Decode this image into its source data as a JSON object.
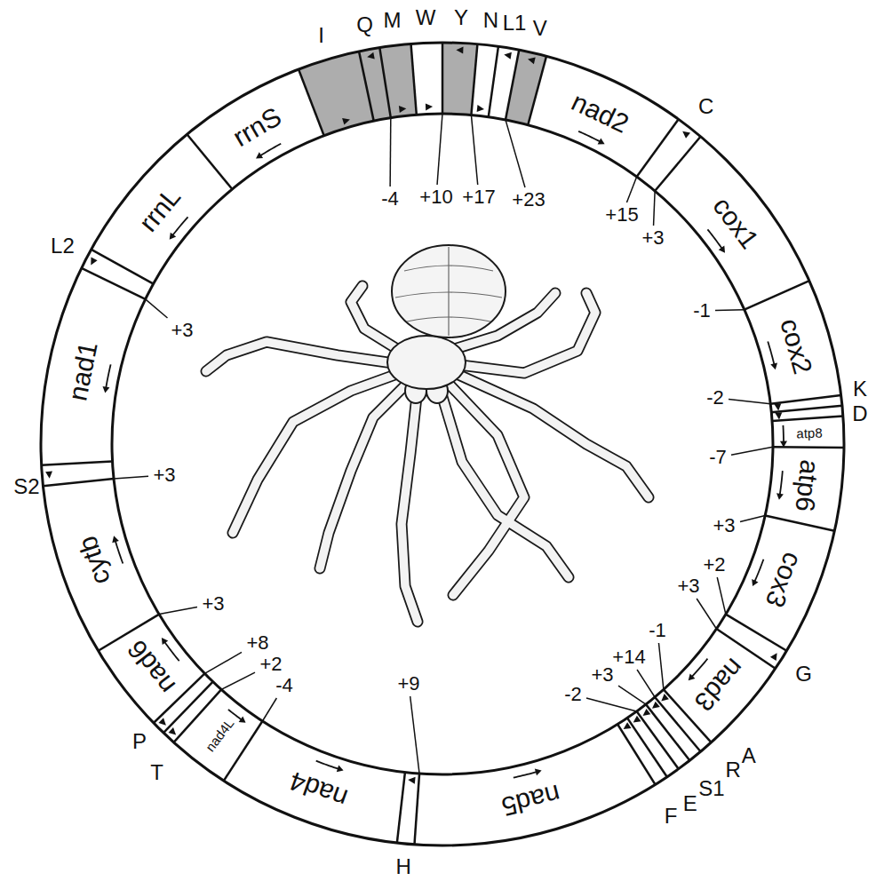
{
  "diagram": {
    "labels": [
      "rrnS",
      "rrnL",
      "nad1",
      "cytb",
      "nad6",
      "nad4L",
      "nad4",
      "nad5",
      "nad3",
      "cox3",
      "atp6",
      "atp8",
      "cox2",
      "cox1",
      "nad2",
      "I",
      "Q",
      "M",
      "W",
      "Y",
      "N",
      "L1",
      "V",
      "C",
      "K",
      "D",
      "G",
      "A",
      "R",
      "S1",
      "E",
      "F",
      "H",
      "T",
      "P",
      "S2",
      "L2",
      "-4",
      "+10",
      "+17",
      "+23",
      "+15",
      "+3",
      "-1",
      "-2",
      "-7",
      "+3",
      "+2",
      "+3",
      "-1",
      "+14",
      "+3",
      "-2",
      "+9",
      "-4",
      "+2",
      "+8",
      "+3",
      "+3",
      "+3"
    ]
  }
}
